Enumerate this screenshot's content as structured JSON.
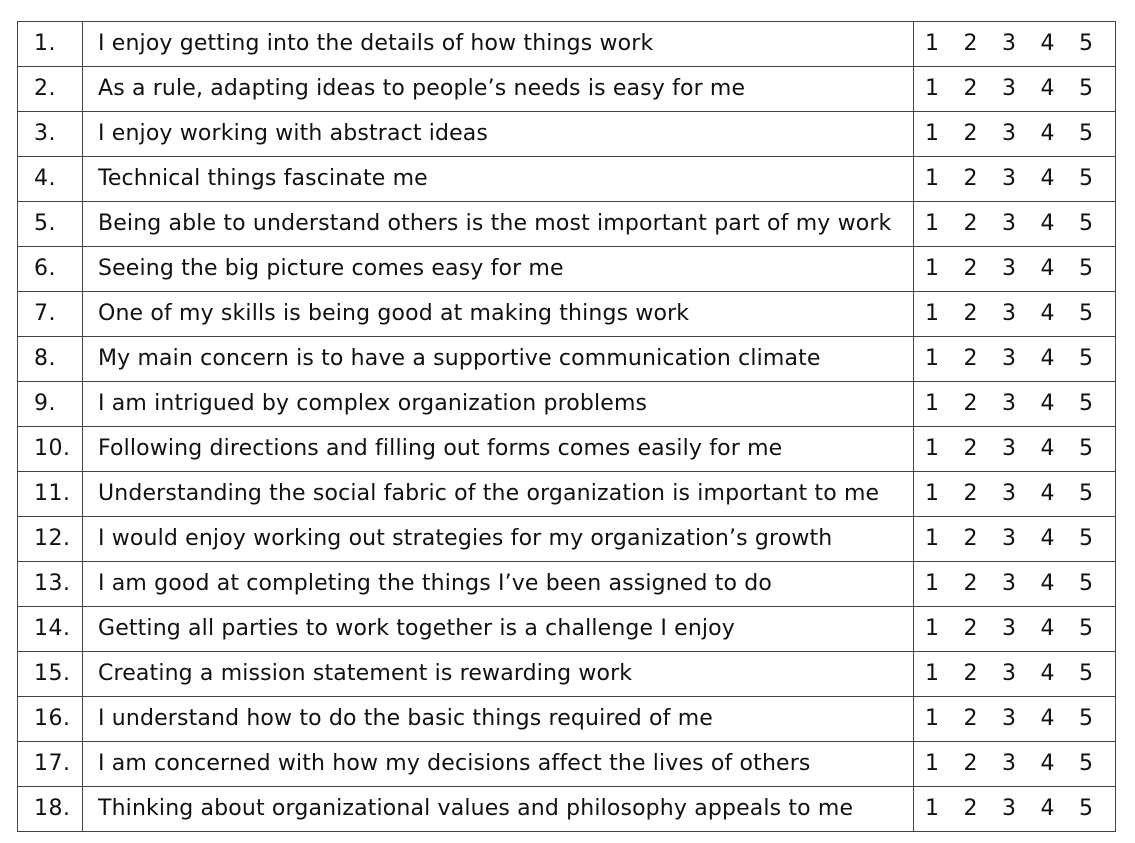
{
  "questionnaire": {
    "scale_options": [
      "1",
      "2",
      "3",
      "4",
      "5"
    ],
    "items": [
      {
        "number": "1.",
        "statement": "I enjoy getting into the details of how things work"
      },
      {
        "number": "2.",
        "statement": "As a rule, adapting ideas to people’s needs is easy for me"
      },
      {
        "number": "3.",
        "statement": "I enjoy working with abstract ideas"
      },
      {
        "number": "4.",
        "statement": "Technical things fascinate me"
      },
      {
        "number": "5.",
        "statement": "Being able to understand others is the most important part of my work"
      },
      {
        "number": "6.",
        "statement": "Seeing the big picture comes easy for me"
      },
      {
        "number": "7.",
        "statement": "One of my skills is being good at making things work"
      },
      {
        "number": "8.",
        "statement": "My main concern is to have a supportive communication climate"
      },
      {
        "number": "9.",
        "statement": "I am intrigued by complex organization problems"
      },
      {
        "number": "10.",
        "statement": "Following directions and filling out forms comes easily for me"
      },
      {
        "number": "11.",
        "statement": "Understanding the social fabric of the organization is important to me"
      },
      {
        "number": "12.",
        "statement": "I would enjoy working out strategies for my organization’s growth"
      },
      {
        "number": "13.",
        "statement": "I am good at completing the things I’ve been assigned to do"
      },
      {
        "number": "14.",
        "statement": "Getting all parties to work together is a challenge I enjoy"
      },
      {
        "number": "15.",
        "statement": "Creating a mission statement is rewarding work"
      },
      {
        "number": "16.",
        "statement": "I understand how to do the basic things required of me"
      },
      {
        "number": "17.",
        "statement": "I am concerned with how my decisions affect the lives of others"
      },
      {
        "number": "18.",
        "statement": "Thinking about organizational values and philosophy appeals to me"
      }
    ]
  }
}
